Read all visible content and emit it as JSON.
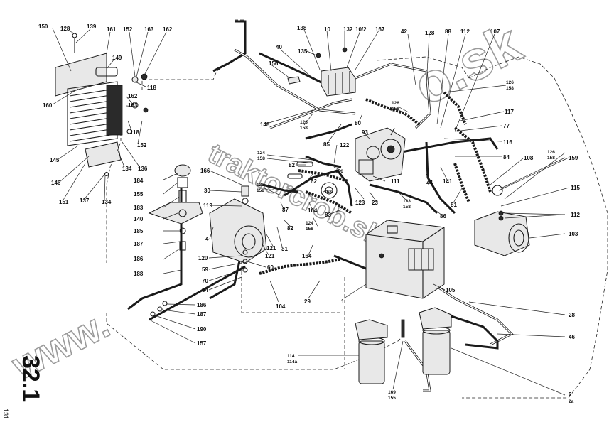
{
  "page": {
    "section_code": "32.1",
    "page_number": "131"
  },
  "watermark": {
    "left": "www.",
    "center": "traktorcrob.sk",
    "right": "o.sk"
  },
  "callouts": {
    "c150": "150",
    "c128a": "128",
    "c139": "139",
    "c161": "161",
    "c149": "149",
    "c152a": "152",
    "c163a": "163",
    "c162a": "162",
    "c118a": "118",
    "c162b": "162",
    "c163b": "163",
    "c160": "160",
    "c118b": "118",
    "c152b": "152",
    "c145": "145",
    "c134a": "134",
    "c136": "136",
    "c146": "146",
    "c151": "151",
    "c137": "137",
    "c134b": "134",
    "c138": "138",
    "c10": "10",
    "c132": "132",
    "c10_2": "10/2",
    "c167": "167",
    "c135": "135",
    "c40": "40",
    "c156": "156",
    "c148": "148",
    "c126a": "126",
    "c158a": "158",
    "c85": "85",
    "c93": "93",
    "c80": "80",
    "c126b": "126",
    "c158b": "158",
    "c42": "42",
    "c128b": "128",
    "c88": "88",
    "c112a": "112",
    "c107": "107",
    "c126c": "126",
    "c158c": "158",
    "c117": "117",
    "c77": "77",
    "c116": "116",
    "c84": "84",
    "c108": "108",
    "c126d": "126",
    "c158d": "158",
    "c159": "159",
    "c115": "115",
    "c112b": "112",
    "c103": "103",
    "c124a": "124",
    "c158e": "158",
    "c82a": "82",
    "c122": "122",
    "c166": "166",
    "c106": "106",
    "c62": "62",
    "c111": "111",
    "c44": "44",
    "c141": "141",
    "c81": "81",
    "c168": "168",
    "c30": "30",
    "c125": "125",
    "c158f": "158",
    "c87": "87",
    "c164a": "164",
    "c83": "83",
    "c123a": "123",
    "c23": "23",
    "c123b": "123",
    "c158g": "158",
    "c86": "86",
    "c184": "184",
    "c155": "155",
    "c183": "183",
    "c119": "119",
    "c140": "140",
    "c185": "185",
    "c187a": "187",
    "c186a": "186",
    "c188": "188",
    "c4": "4",
    "c82b": "82",
    "c124b": "124",
    "c158h": "158",
    "c121a": "121",
    "c31": "31",
    "c121b": "121",
    "c164b": "164",
    "c120": "120",
    "c59": "59",
    "c70": "70",
    "c64": "64",
    "c60": "60",
    "c104": "104",
    "c29": "29",
    "c1": "1",
    "c105": "105",
    "c28": "28",
    "c46": "46",
    "c186b": "186",
    "c187b": "187",
    "c190": "190",
    "c157": "157",
    "c114": "114",
    "c114a": "114a",
    "c169": "169",
    "c155b": "155",
    "c2": "2",
    "c2a": "2a"
  }
}
